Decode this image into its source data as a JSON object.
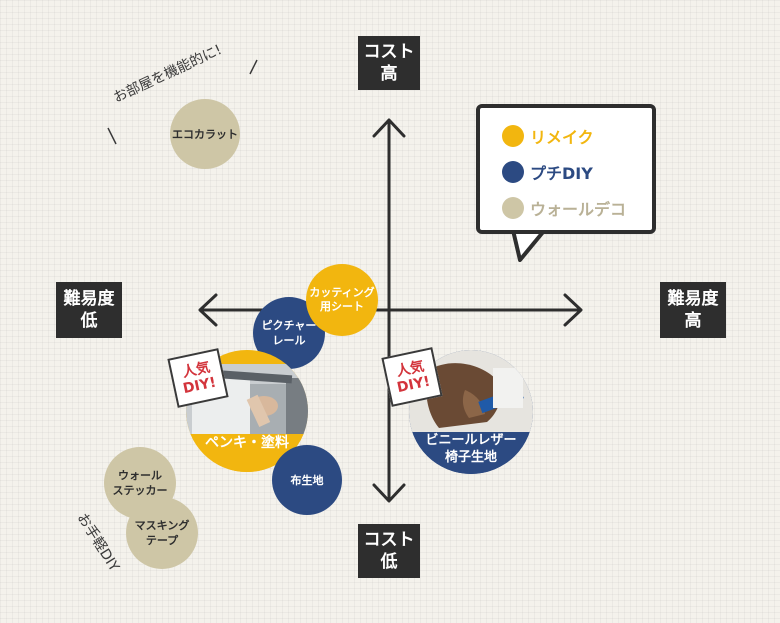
{
  "axes": {
    "top": {
      "line1": "コスト",
      "line2": "高"
    },
    "bottom": {
      "line1": "コスト",
      "line2": "低"
    },
    "left": {
      "line1": "難易度",
      "line2": "低"
    },
    "right": {
      "line1": "難易度",
      "line2": "高"
    }
  },
  "legend": [
    {
      "label": "リメイク",
      "color": "#f2b60f",
      "text_color": "#f2b60f"
    },
    {
      "label": "プチDIY",
      "color": "#2c4a82",
      "text_color": "#2c4a82"
    },
    {
      "label": "ウォールデコ",
      "color": "#cec6a6",
      "text_color": "#b9b196"
    }
  ],
  "notes": {
    "top_left": "お部屋を機能的に!",
    "bottom_left": "お手軽DIY"
  },
  "items": {
    "eco_carat": "エコカラット",
    "cutting_sheet": {
      "line1": "カッティング",
      "line2": "用シート"
    },
    "picture_rail": {
      "line1": "ピクチャー",
      "line2": "レール"
    },
    "paint": "ペンキ・塗料",
    "fabric": "布生地",
    "wall_sticker": {
      "line1": "ウォール",
      "line2": "ステッカー"
    },
    "masking_tape": {
      "line1": "マスキング",
      "line2": "テープ"
    },
    "vinyl_leather": {
      "line1": "ビニールレザー",
      "line2": "椅子生地"
    }
  },
  "badge": {
    "line1": "人気",
    "line2": "DIY!"
  }
}
